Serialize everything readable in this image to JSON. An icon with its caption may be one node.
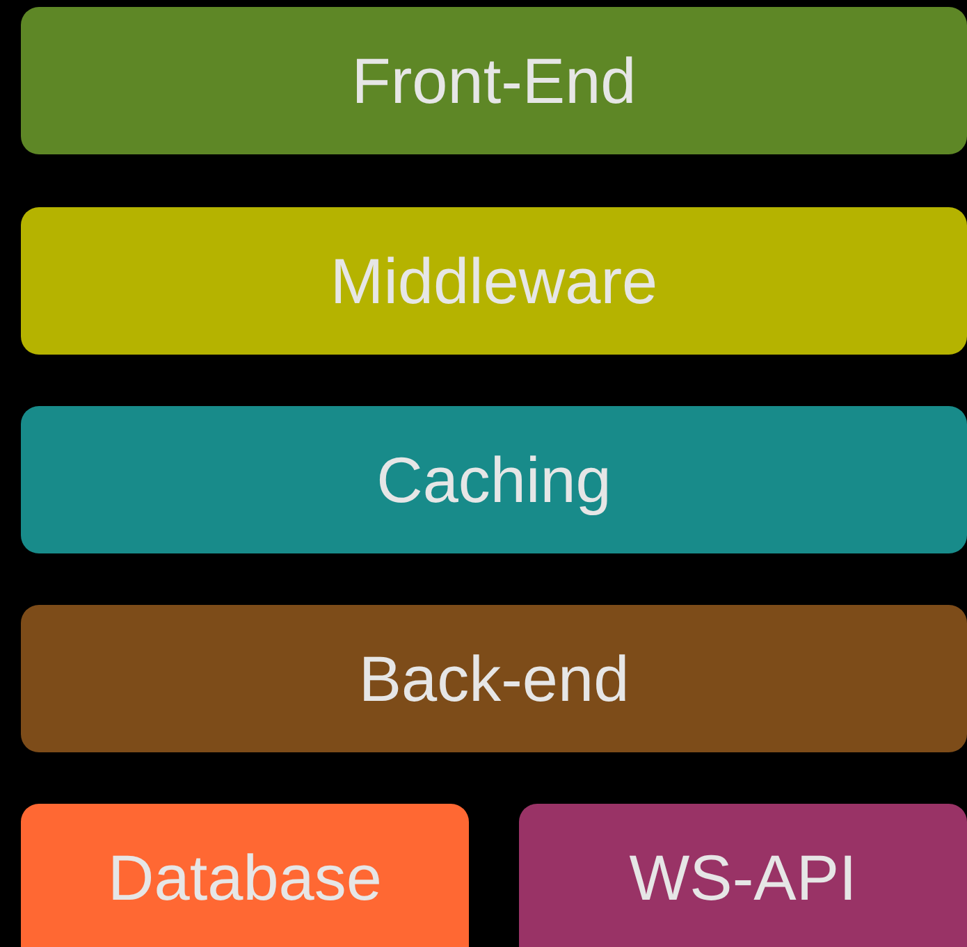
{
  "diagram": {
    "nodes": [
      {
        "text": [
          "Front-End"
        ]
      },
      {
        "text": [
          "Middleware"
        ]
      },
      {
        "text": [
          "Caching"
        ]
      },
      {
        "text": [
          "Back-end"
        ]
      },
      {
        "text": [
          "Database"
        ]
      },
      {
        "text": [
          "WS-API"
        ]
      }
    ]
  }
}
